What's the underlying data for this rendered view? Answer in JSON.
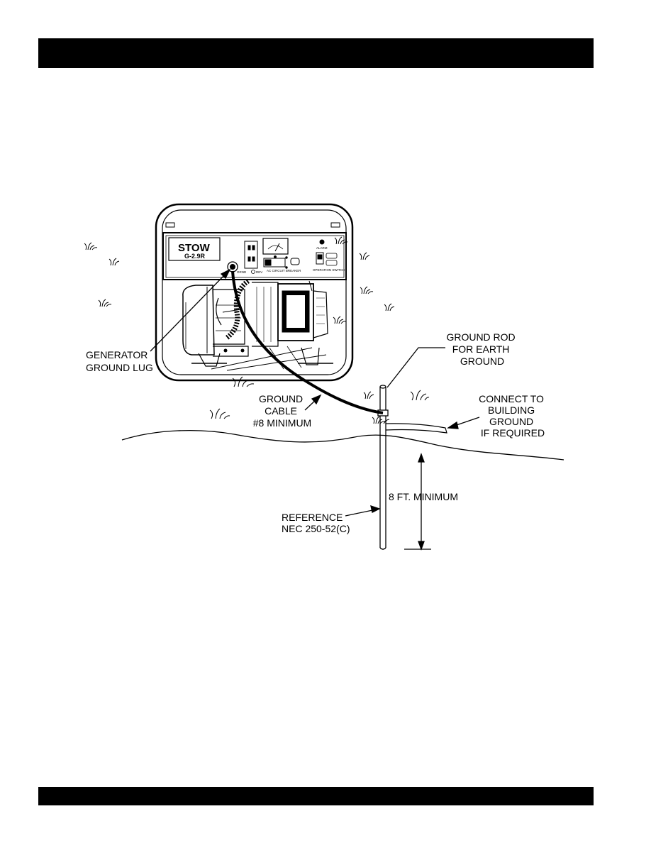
{
  "panel": {
    "brand": "STOW",
    "model": "G-2.9R",
    "small_labels": [
      "GRND",
      "REV",
      "AC CIRCUIT BREAKER",
      "ALARM",
      "OPERATION SWITCH"
    ]
  },
  "callouts": {
    "generator_ground_lug": [
      "GENERATOR",
      "GROUND LUG"
    ],
    "ground_rod": [
      "GROUND ROD",
      "FOR EARTH",
      "GROUND"
    ],
    "ground_cable": [
      "GROUND",
      "CABLE",
      "#8 MINIMUM"
    ],
    "connect_building": [
      "CONNECT TO",
      "BUILDING",
      "GROUND",
      "IF REQUIRED"
    ],
    "depth": "8 FT. MINIMUM",
    "reference": [
      "REFERENCE",
      "NEC 250-52(C)"
    ]
  }
}
